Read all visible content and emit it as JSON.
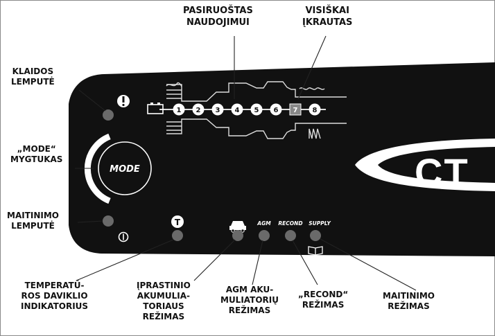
{
  "labels": {
    "ready": [
      "PASIRUOŠTAS",
      "NAUDOJIMUI"
    ],
    "full": [
      "VISIŠKAI",
      "ĮKRAUTAS"
    ],
    "error_lamp": [
      "KLAIDOS",
      "LEMPUTĖ"
    ],
    "mode_button": [
      "„MODE“",
      "MYGTUKAS"
    ],
    "power_lamp": [
      "MAITINIMO",
      "LEMPUTĖ"
    ],
    "temp_sensor": [
      "TEMPERATŪ-",
      "ROS DAVIKLIO",
      "INDIKATORIUS"
    ],
    "normal_mode": [
      "ĮPRASTINIO",
      "AKUMULIA-",
      "TORIAUS",
      "REŽIMAS"
    ],
    "agm_mode": [
      "AGM AKU-",
      "MULIATORIŲ",
      "REŽIMAS"
    ],
    "recond_mode": [
      "„RECOND“",
      "REŽIMAS"
    ],
    "supply_mode": [
      "MAITINIMO",
      "REŽIMAS"
    ]
  },
  "panel": {
    "mode_button_text": "MODE",
    "brand_text": "CT",
    "error_icon": "exclamation-icon",
    "power_icon": "power-icon",
    "temp_icon": "T",
    "car_icon": "car-icon",
    "manual_icon": "book-icon",
    "mode_names": [
      "AGM",
      "RECOND",
      "SUPPLY"
    ],
    "steps": [
      "1",
      "2",
      "3",
      "4",
      "5",
      "6",
      "7",
      "8"
    ]
  },
  "colors": {
    "panel": "#111111",
    "led": "#6a6a6a",
    "text_white": "#ffffff",
    "line": "#222222"
  }
}
